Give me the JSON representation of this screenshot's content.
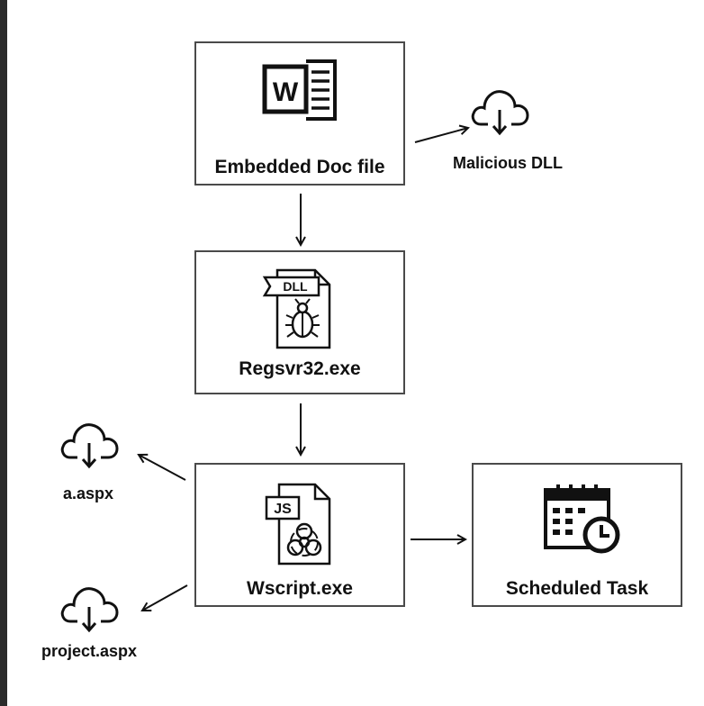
{
  "nodes": {
    "embedded_doc": {
      "label": "Embedded Doc file",
      "icon": "word-document-icon"
    },
    "regsvr32": {
      "label": "Regsvr32.exe",
      "icon": "malicious-dll-file-icon",
      "badge": "DLL"
    },
    "wscript": {
      "label": "Wscript.exe",
      "icon": "biohazard-js-file-icon",
      "badge": "JS"
    },
    "scheduled_task": {
      "label": "Scheduled Task",
      "icon": "calendar-clock-icon"
    }
  },
  "downloads": {
    "malicious_dll": {
      "label": "Malicious DLL",
      "icon": "cloud-download-icon"
    },
    "a_aspx": {
      "label": "a.aspx",
      "icon": "cloud-download-icon"
    },
    "project_aspx": {
      "label": "project.aspx",
      "icon": "cloud-download-icon"
    }
  },
  "colors": {
    "page_border": "#2b2b2b",
    "box_border": "#4a4a4a",
    "stroke": "#111111"
  }
}
